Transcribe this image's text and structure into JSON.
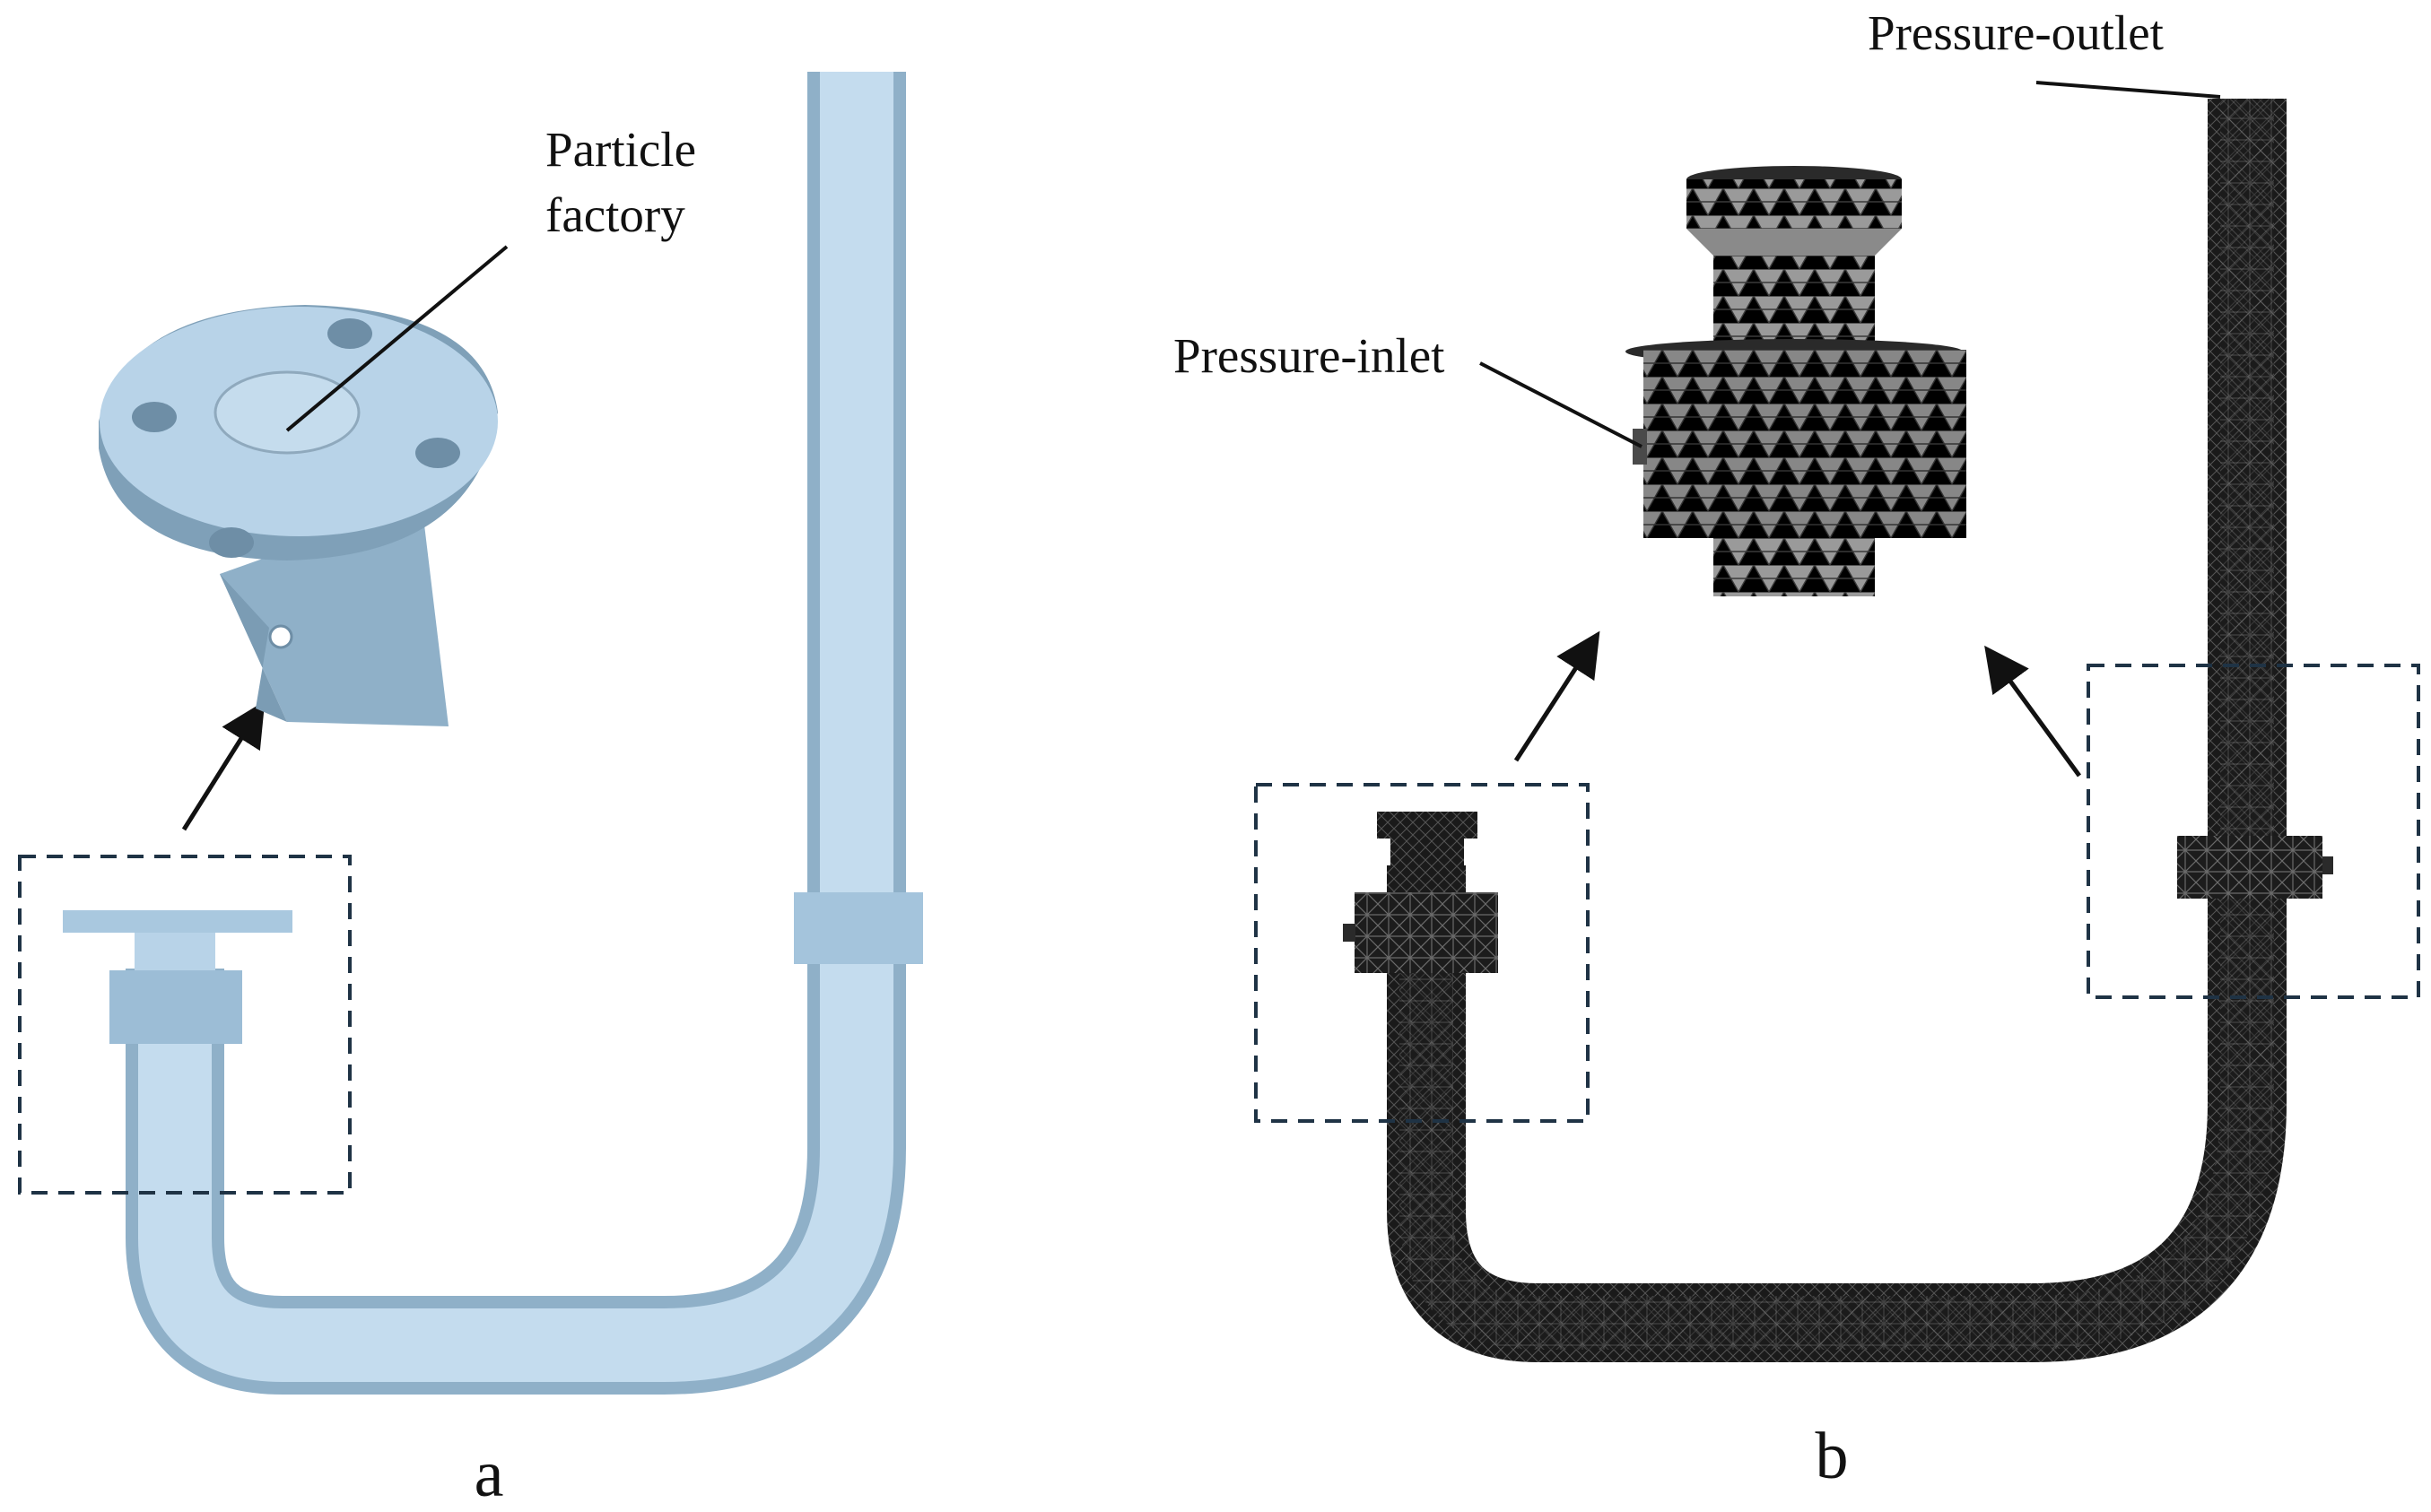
{
  "colors": {
    "pipe_fill": "#b8d3e8",
    "pipe_shadow": "#8fb0c8",
    "mesh_fill": "#1a1a1a",
    "mesh_line": "#5c5c5c",
    "dashed_box": "#1f3345",
    "arrow": "#111111"
  },
  "panel_a": {
    "letter": "a",
    "callout_particle_factory_line1": "Particle",
    "callout_particle_factory_line2": "factory"
  },
  "panel_b": {
    "letter": "b",
    "callout_pressure_inlet": "Pressure-inlet",
    "callout_pressure_outlet": "Pressure-outlet"
  }
}
